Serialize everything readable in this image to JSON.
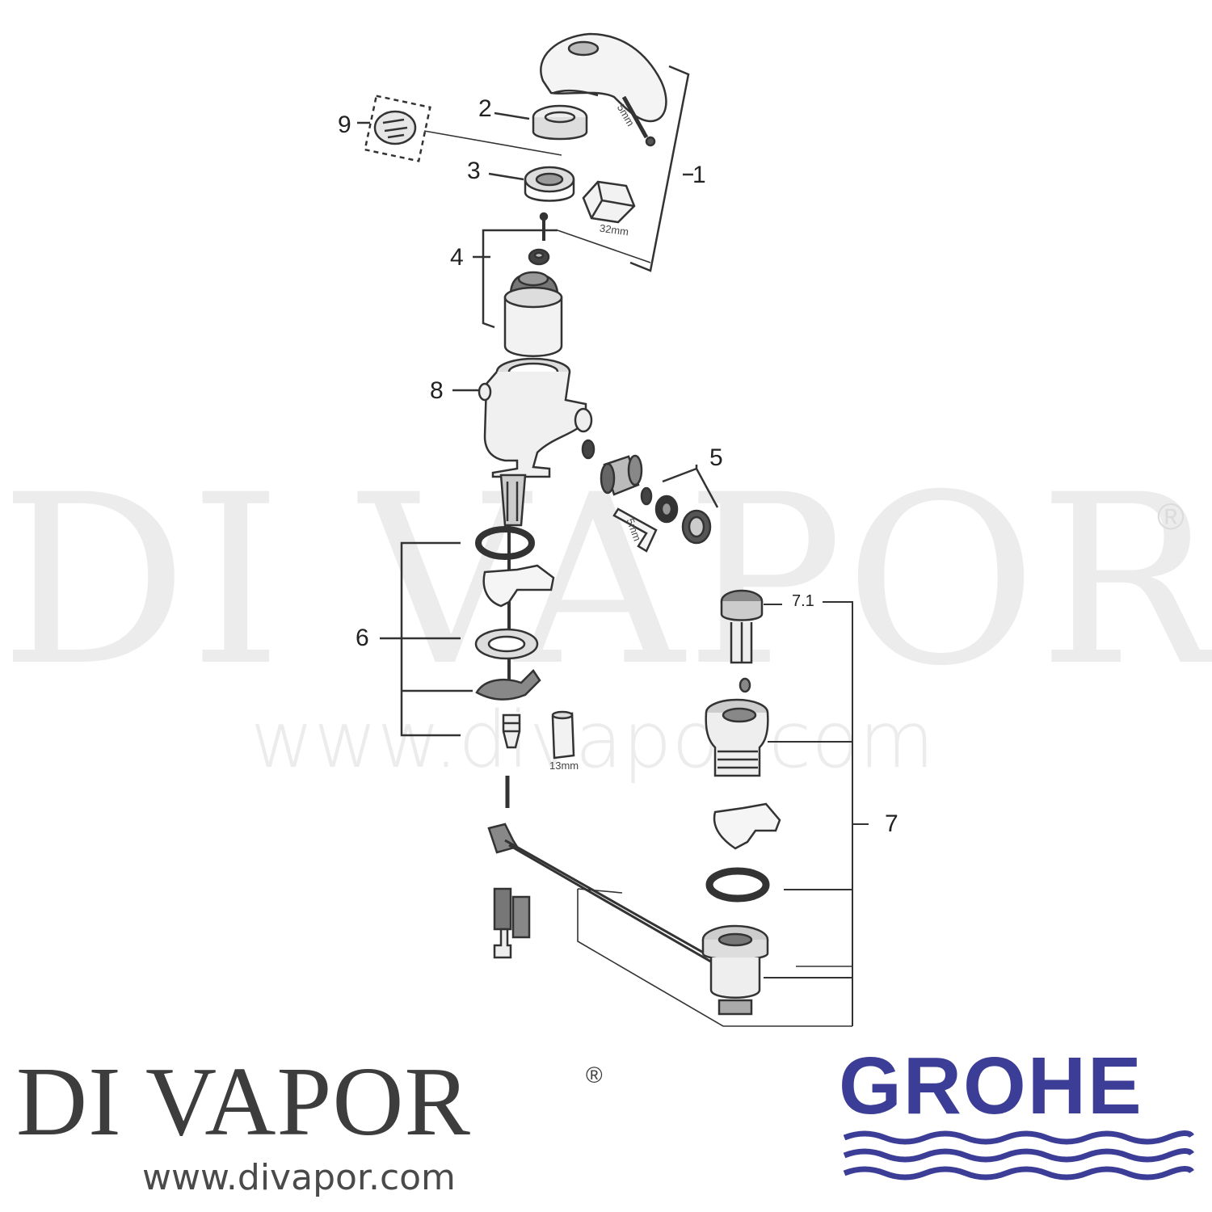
{
  "watermark": {
    "brand": "DI VAPOR",
    "registered": "®",
    "url": "www.divapor.com"
  },
  "callouts": {
    "c1": "1",
    "c2": "2",
    "c3": "3",
    "c4": "4",
    "c5": "5",
    "c6": "6",
    "c7": "7",
    "c7_1": "7.1",
    "c8": "8",
    "c9": "9"
  },
  "tool_labels": {
    "wrench_32": "32mm",
    "allen_key": "5mm",
    "socket_13": "13mm",
    "handle_screw": "5mm"
  },
  "footer": {
    "brand": "DI VAPOR",
    "registered": "®",
    "url": "www.divapor.com",
    "grohe": "GROHE"
  },
  "colors": {
    "grohe_blue": "#3b3d96",
    "line": "#333333"
  }
}
